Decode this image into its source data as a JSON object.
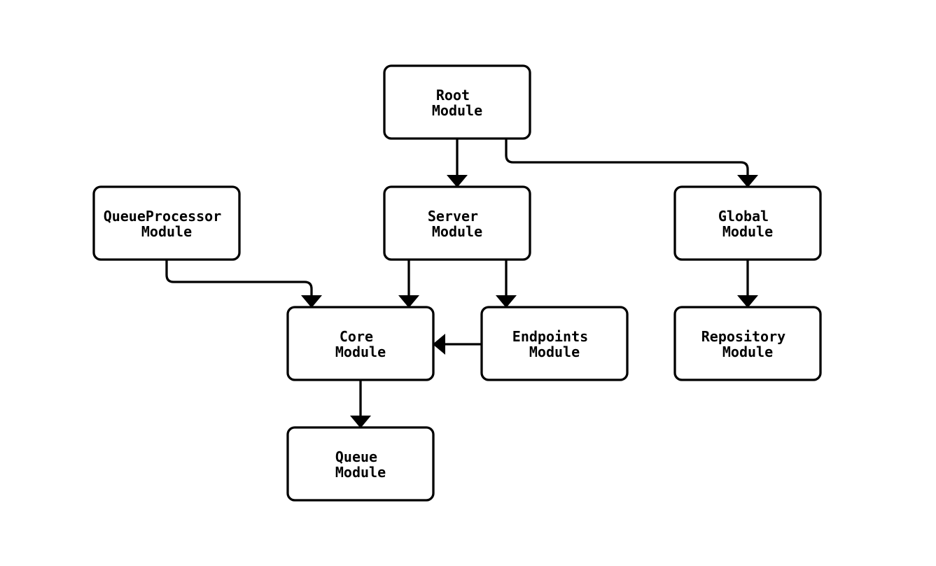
{
  "diagram": {
    "kind": "module-dependency-flowchart",
    "colors": {
      "background": "#ffffff",
      "node_fill": "#ffffff",
      "node_border": "#000000",
      "edge": "#000000",
      "text": "#000000"
    },
    "nodes": {
      "root": {
        "name": "Root",
        "type": "Module"
      },
      "queueprocessor": {
        "name": "QueueProcessor",
        "type": "Module"
      },
      "server": {
        "name": "Server",
        "type": "Module"
      },
      "global": {
        "name": "Global",
        "type": "Module"
      },
      "core": {
        "name": "Core",
        "type": "Module"
      },
      "endpoints": {
        "name": "Endpoints",
        "type": "Module"
      },
      "repository": {
        "name": "Repository",
        "type": "Module"
      },
      "queue": {
        "name": "Queue",
        "type": "Module"
      }
    },
    "edges": [
      {
        "from": "Root Module",
        "to": "Server Module"
      },
      {
        "from": "Root Module",
        "to": "Global Module"
      },
      {
        "from": "QueueProcessor Module",
        "to": "Core Module"
      },
      {
        "from": "Server Module",
        "to": "Core Module"
      },
      {
        "from": "Server Module",
        "to": "Endpoints Module"
      },
      {
        "from": "Endpoints Module",
        "to": "Core Module"
      },
      {
        "from": "Core Module",
        "to": "Queue Module"
      },
      {
        "from": "Global Module",
        "to": "Repository Module"
      }
    ]
  }
}
